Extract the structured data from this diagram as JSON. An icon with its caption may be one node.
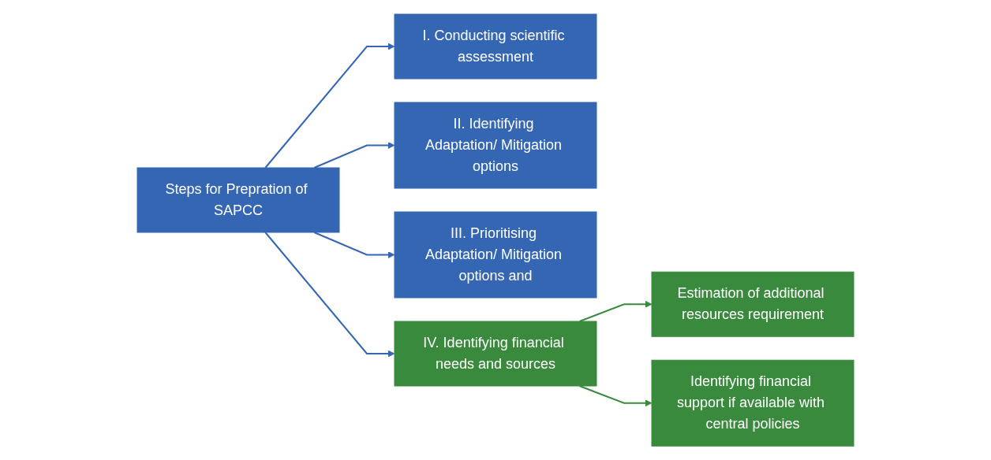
{
  "diagram": {
    "nodes": [
      {
        "text": [
          "Steps for Prepration of SAPCC"
        ]
      },
      {
        "text": [
          "I. Conducting scientific assessment"
        ]
      },
      {
        "text": [
          "II. Identifying Adaptation/ Mitigation options"
        ]
      },
      {
        "text": [
          "III. Prioritising Adaptation/ Mitigation options and"
        ]
      },
      {
        "text": [
          "IV. Identifying financial needs and sources"
        ]
      },
      {
        "text": [
          "Estimation of additional resources requirement"
        ]
      },
      {
        "text": [
          "Identifying financial support if available with central policies"
        ]
      }
    ],
    "edges": [
      {
        "from": 0,
        "to": 1,
        "arrow": "to"
      },
      {
        "from": 0,
        "to": 2,
        "arrow": "to"
      },
      {
        "from": 0,
        "to": 3,
        "arrow": "to"
      },
      {
        "from": 0,
        "to": 4,
        "arrow": "to"
      },
      {
        "from": 4,
        "to": 5,
        "arrow": "to",
        "color": "#3a8a3e"
      },
      {
        "from": 4,
        "to": 6,
        "arrow": "to",
        "color": "#3a8a3e"
      }
    ]
  }
}
